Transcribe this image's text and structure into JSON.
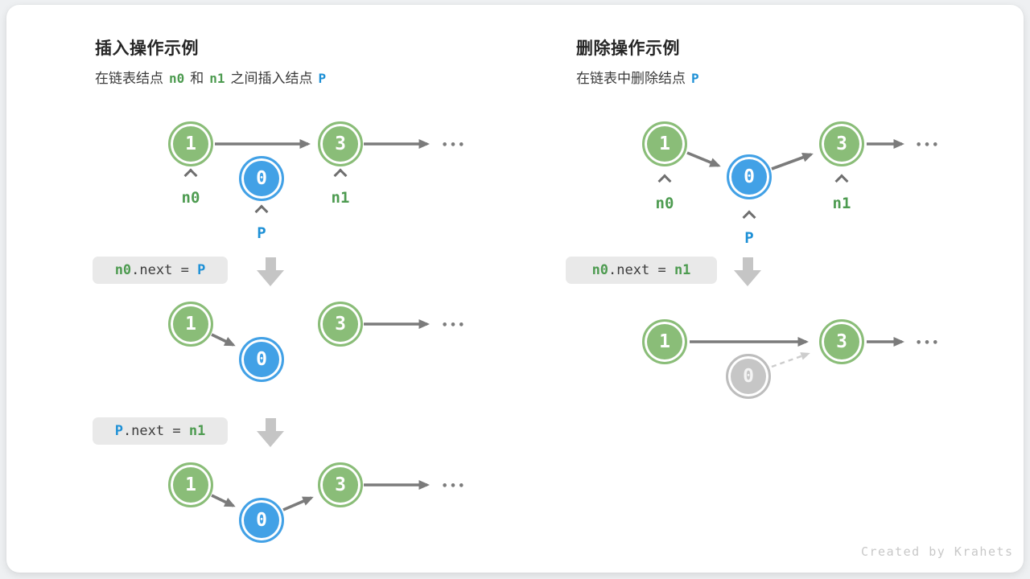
{
  "left": {
    "title": "插入操作示例",
    "subtitle": {
      "prefix": "在链表结点",
      "n0": "n0",
      "mid": "和",
      "n1": "n1",
      "suffix": "之间插入结点",
      "p": "P"
    },
    "step1": {
      "node_n0": "1",
      "node_p": "0",
      "node_n1": "3",
      "label_n0": "n0",
      "label_p": "P",
      "label_n1": "n1",
      "dots": "•••"
    },
    "code1": {
      "lhs": "n0",
      "op": ".next = ",
      "rhs": "P"
    },
    "step2": {
      "node_n0": "1",
      "node_p": "0",
      "node_n1": "3",
      "dots": "•••"
    },
    "code2": {
      "lhs": "P",
      "op": ".next = ",
      "rhs": "n1"
    },
    "step3": {
      "node_n0": "1",
      "node_p": "0",
      "node_n1": "3",
      "dots": "•••"
    }
  },
  "right": {
    "title": "删除操作示例",
    "subtitle": {
      "prefix": "在链表中删除结点",
      "p": "P"
    },
    "step1": {
      "node_n0": "1",
      "node_p": "0",
      "node_n1": "3",
      "label_n0": "n0",
      "label_p": "P",
      "label_n1": "n1",
      "dots": "•••"
    },
    "code1": {
      "lhs": "n0",
      "op": ".next = ",
      "rhs": "n1"
    },
    "step2": {
      "node_n0": "1",
      "node_p": "0",
      "node_n1": "3",
      "dots": "•••"
    }
  },
  "footer": {
    "credit": "Created by Krahets"
  },
  "colors": {
    "node_green": "#8abd78",
    "node_blue": "#42a1e6",
    "node_gray": "#c6c6c6",
    "text_green": "#4d9b50",
    "text_blue": "#1e90d6",
    "arrow_gray": "#7b7b7b",
    "arrow_dashed": "#cdcdcd",
    "code_bg": "#e9e9e9",
    "big_arrow": "#c5c5c5",
    "card_bg": "#ffffff",
    "page_bg": "#eef0f2"
  }
}
